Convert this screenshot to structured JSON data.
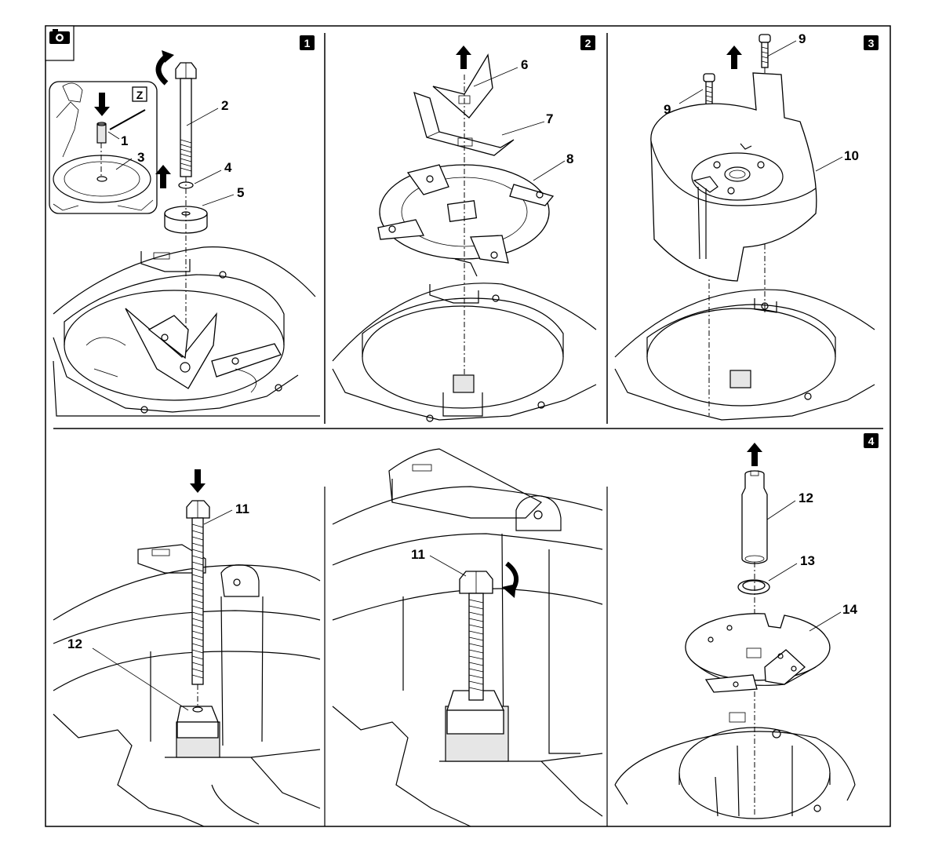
{
  "steps": [
    "1",
    "2",
    "3",
    "4"
  ],
  "detail_tag": "Z",
  "callouts": {
    "c1": "1",
    "c2": "2",
    "c3": "3",
    "c4": "4",
    "c5": "5",
    "c6": "6",
    "c7": "7",
    "c8": "8",
    "c9a": "9",
    "c9b": "9",
    "c10": "10",
    "c11a": "11",
    "c12a": "12",
    "c11b": "11",
    "c12b": "12",
    "c13": "13",
    "c14": "14"
  },
  "icons": [
    "camera-icon",
    "arrow-up-icon",
    "arrow-down-icon",
    "rotate-counterclockwise-icon",
    "rotate-clockwise-icon"
  ]
}
